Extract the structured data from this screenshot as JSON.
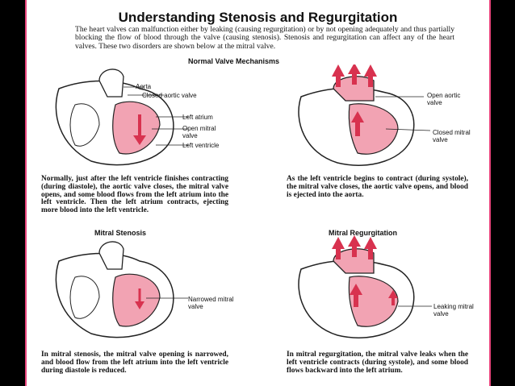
{
  "title": "Understanding Stenosis and Regurgitation",
  "intro": "The heart valves can malfunction either by leaking (causing regurgitation) or by not opening adequately and thus partially blocking the flow of blood through the valve (causing stenosis). Stenosis and regurgitation can affect any of the heart valves. These two disorders are shown below at the mitral valve.",
  "normal": {
    "heading": "Normal Valve Mechanisms",
    "diastole": {
      "labels": [
        "Aorta",
        "Closed aortic valve",
        "Left atrium",
        "Open mitral valve",
        "Left ventricle"
      ],
      "caption": "Normally, just after the left ventricle finishes contracting (during diastole), the aortic valve closes, the mitral valve opens, and some blood flows from the left atrium into the left ventricle. Then the left atrium contracts, ejecting more blood into the left ventricle."
    },
    "systole": {
      "labels": [
        "Open aortic valve",
        "Closed mitral valve"
      ],
      "caption": "As the left ventricle begins to contract (during systole), the mitral valve closes, the aortic valve opens, and blood is ejected into the aorta."
    }
  },
  "stenosis": {
    "heading": "Mitral Stenosis",
    "labels": [
      "Narrowed mitral valve"
    ],
    "caption": "In mitral stenosis, the mitral valve opening is narrowed, and blood flow from the left atrium into the left ventricle during diastole is reduced."
  },
  "regurgitation": {
    "heading": "Mitral Regurgitation",
    "labels": [
      "Leaking mitral valve"
    ],
    "caption": "In mitral regurgitation, the mitral valve leaks when the left ventricle contracts (during systole), and some blood flows backward into the left atrium."
  },
  "colors": {
    "accent": "#e8467c",
    "blood": "#f2a3b3",
    "arrow": "#d8324f"
  }
}
